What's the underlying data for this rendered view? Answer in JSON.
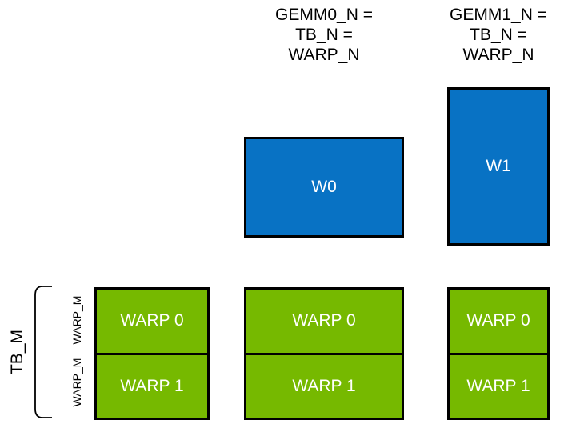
{
  "colors": {
    "background": "#FFFFFF",
    "blue": "#0872C4",
    "green": "#76B900",
    "border": "#000000",
    "box_text": "#FFFFFF",
    "label_text": "#000000"
  },
  "column_labels": [
    {
      "lines": [
        "GEMM0_N =",
        "TB_N =",
        "WARP_N"
      ]
    },
    {
      "lines": [
        "GEMM1_N =",
        "TB_N =",
        "WARP_N"
      ]
    }
  ],
  "blue_tiles": [
    {
      "label": "W0"
    },
    {
      "label": "W1"
    }
  ],
  "row_axis": {
    "tb_label": "TB_M",
    "warp_labels": [
      "WARP_M",
      "WARP_M"
    ]
  },
  "warp_groups": [
    {
      "cells": [
        "WARP 0",
        "WARP 1"
      ]
    },
    {
      "cells": [
        "WARP 0",
        "WARP 1"
      ]
    },
    {
      "cells": [
        "WARP 0",
        "WARP 1"
      ]
    }
  ]
}
